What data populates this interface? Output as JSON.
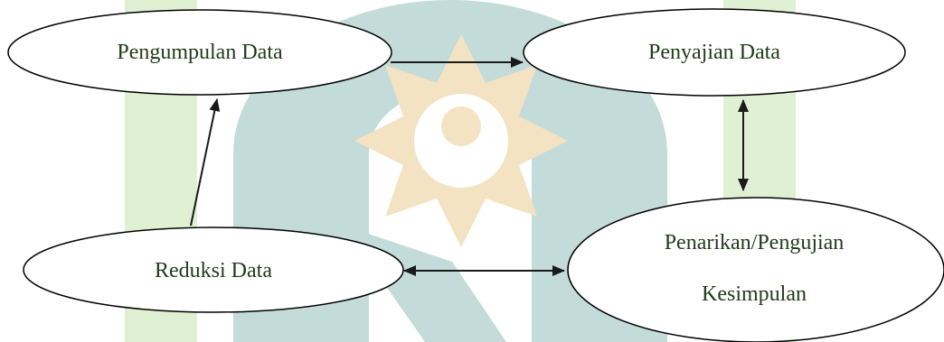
{
  "colors": {
    "watermark_green": "#dff0d3",
    "watermark_teal": "#c3dcd9",
    "watermark_gold": "#f3e3c2",
    "text": "#1f3b19",
    "stroke": "#000000",
    "background": "#ffffff"
  },
  "nodes": {
    "pengumpulan": {
      "label": "Pengumpulan Data"
    },
    "penyajian": {
      "label": "Penyajian Data"
    },
    "reduksi": {
      "label": "Reduksi Data"
    },
    "penarikan": {
      "label_line1": "Penarikan/Pengujian",
      "label_line2": "Kesimpulan"
    }
  },
  "edges": [
    {
      "from": "pengumpulan",
      "to": "penyajian",
      "direction": "one-way"
    },
    {
      "from": "reduksi",
      "to": "pengumpulan",
      "direction": "one-way"
    },
    {
      "from": "penyajian",
      "to": "penarikan",
      "direction": "two-way"
    },
    {
      "from": "reduksi",
      "to": "penarikan",
      "direction": "two-way"
    }
  ]
}
